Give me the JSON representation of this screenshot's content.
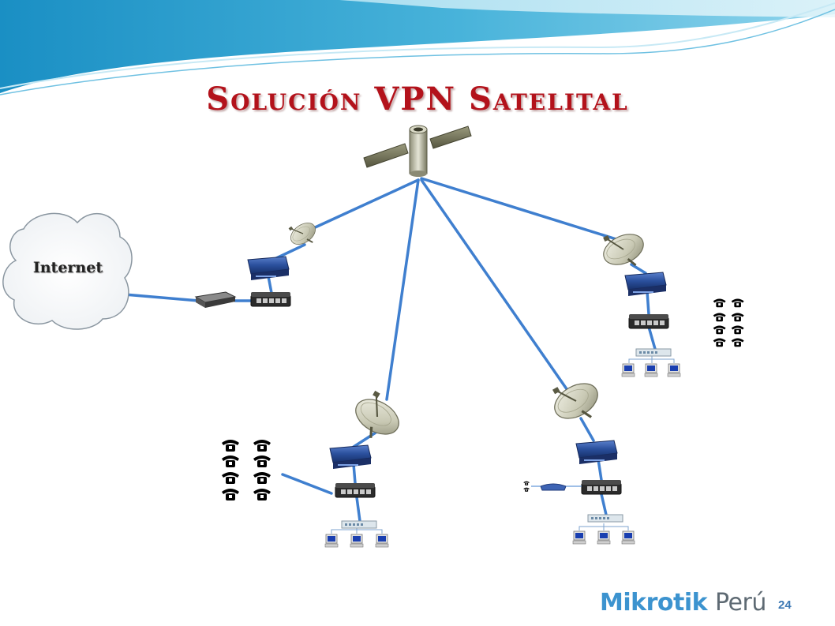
{
  "slide": {
    "title": "Solución VPN Satelital",
    "internet_label": "Internet",
    "brand_part1": "Mikrotik",
    "brand_part2": "Perú",
    "page_number": "24"
  },
  "colors": {
    "title": "#b3121b",
    "link": "#3f7fcf",
    "wave_dark": "#2c97c9",
    "wave_light": "#9fd8ee",
    "router_blue": "#2a4f9c",
    "brand_blue": "#3c93cf",
    "brand_gray": "#5e6a73"
  },
  "icons": {
    "satellite": "satellite-icon",
    "dish": "satellite-dish-icon",
    "router": "router-icon",
    "routerboard": "routerboard-icon",
    "switch": "network-switch-icon",
    "pc": "computer-icon",
    "phone": "telephone-icon",
    "modem": "modem-icon",
    "cloud": "cloud-icon",
    "ata": "ata-adapter-icon"
  }
}
